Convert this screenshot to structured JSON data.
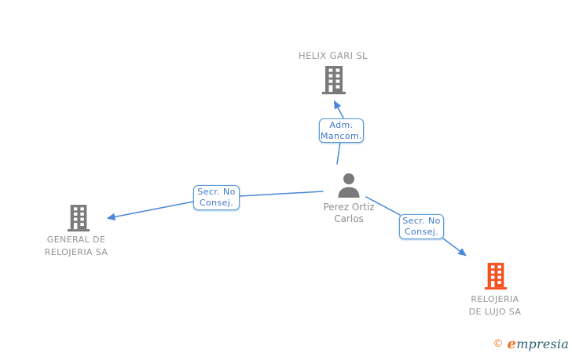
{
  "diagram": {
    "person": {
      "name_lines": [
        "Perez Ortiz",
        "Carlos"
      ]
    },
    "companies": {
      "helix": {
        "name": "HELIX GARI SL"
      },
      "general": {
        "name_lines": [
          "GENERAL DE",
          "RELOJERIA SA"
        ]
      },
      "lujo": {
        "name_lines": [
          "RELOJERIA",
          "DE LUJO SA"
        ]
      }
    },
    "relations": {
      "adm_mancom": {
        "lines": [
          "Adm.",
          "Mancom."
        ]
      },
      "secr_left": {
        "lines": [
          "Secr. No",
          "Consej."
        ]
      },
      "secr_right": {
        "lines": [
          "Secr. No",
          "Consej."
        ]
      }
    }
  },
  "logo": {
    "copyright": "©",
    "brand_first": "e",
    "brand_rest": "mpresia"
  },
  "colors": {
    "edge_blue": "#4a86d9",
    "box_border": "#5b9bd5",
    "box_text": "#4177c9",
    "icon_gray": "#7a7a7a",
    "label_gray": "#949494",
    "accent_orange": "#f4501e",
    "logo_teal": "#28606e",
    "logo_orange": "#ee7623"
  }
}
